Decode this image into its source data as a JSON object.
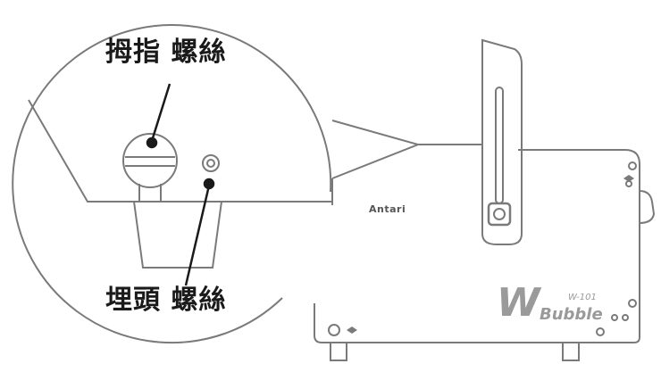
{
  "labels": {
    "thumb_screw": "拇指 螺絲",
    "grub_screw": "埋頭 螺絲"
  },
  "product": {
    "brand": "Antari",
    "model_letter": "W",
    "model_name": "Bubble",
    "model_code": "W-101"
  },
  "colors": {
    "line": "#7a7a7a",
    "ink": "#1a1a1a",
    "logo": "#9a9a9a"
  }
}
